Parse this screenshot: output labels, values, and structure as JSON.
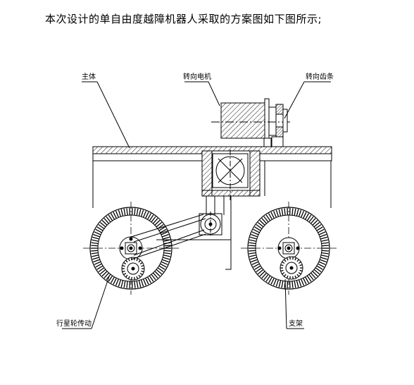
{
  "caption": "本次设计的单自由度越障机器人采取的方案图如下图所示;",
  "labels": {
    "main_body": "主体",
    "steering_motor": "转向电机",
    "steering_rack": "转向齿条",
    "planetary_drive": "行星轮传动",
    "bracket": "支架"
  },
  "colors": {
    "line": "#000000",
    "background": "#ffffff"
  }
}
